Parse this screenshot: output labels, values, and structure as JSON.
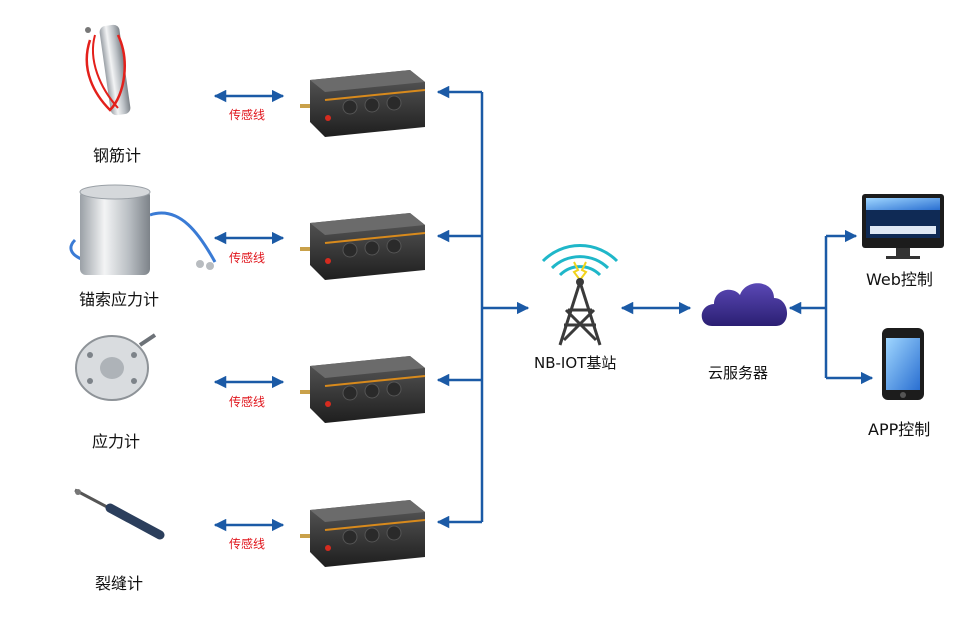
{
  "sensors": [
    {
      "name": "钢筋计",
      "link": "传感线"
    },
    {
      "name": "锚索应力计",
      "link": "传感线"
    },
    {
      "name": "应力计",
      "link": "传感线"
    },
    {
      "name": "裂缝计",
      "link": "传感线"
    }
  ],
  "base_station": {
    "label": "NB-IOT基站"
  },
  "cloud": {
    "label": "云服务器"
  },
  "clients": {
    "web": "Web控制",
    "app": "APP控制"
  },
  "colors": {
    "arrow": "#1b5aa6",
    "wire_text": "#e0161d",
    "cloud": "#3c2b8c",
    "tower": "#3a3a3a"
  }
}
